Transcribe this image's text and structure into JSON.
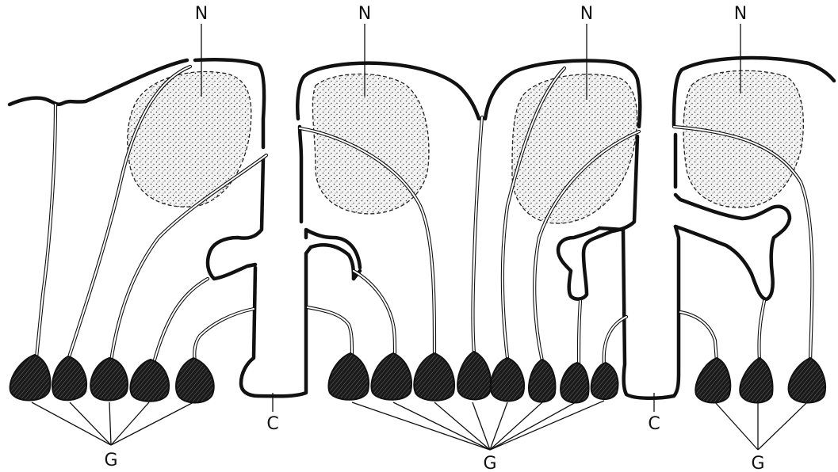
{
  "labels": {
    "nucleus": "N",
    "canal": "C",
    "ganglion": "G"
  },
  "colors": {
    "ink": "#111111",
    "background": "#ffffff"
  }
}
